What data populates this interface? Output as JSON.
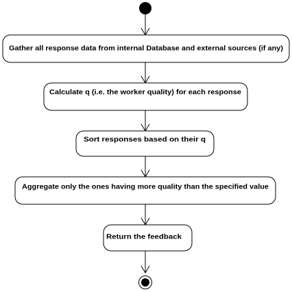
{
  "diagram": {
    "type": "activity-diagram",
    "nodes": [
      {
        "id": "start",
        "kind": "initial-node"
      },
      {
        "id": "gather",
        "kind": "action",
        "label": "Gather all response data from internal Database and external sources (if any)"
      },
      {
        "id": "calculate",
        "kind": "action",
        "label": "Calculate q (i.e. the worker quality) for each response"
      },
      {
        "id": "sort",
        "kind": "action",
        "label": "Sort responses based on their q"
      },
      {
        "id": "aggregate",
        "kind": "action",
        "label": "Aggregate only the ones having more quality than the specified value"
      },
      {
        "id": "return",
        "kind": "action",
        "label": "Return the feedback"
      },
      {
        "id": "end",
        "kind": "final-node"
      }
    ],
    "edges": [
      {
        "from": "start",
        "to": "gather"
      },
      {
        "from": "gather",
        "to": "calculate"
      },
      {
        "from": "calculate",
        "to": "sort"
      },
      {
        "from": "sort",
        "to": "aggregate"
      },
      {
        "from": "aggregate",
        "to": "return"
      },
      {
        "from": "return",
        "to": "end"
      }
    ]
  }
}
